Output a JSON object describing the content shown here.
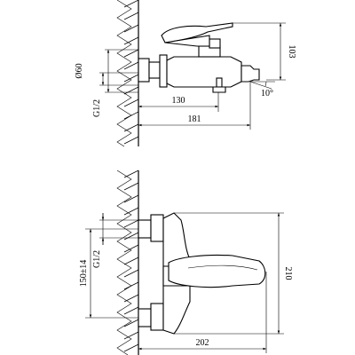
{
  "top_view": {
    "dims": {
      "height_103": "103",
      "diameter_60": "Ø60",
      "thread": "G1/2",
      "len_130": "130",
      "len_181": "181",
      "angle_10": "10°"
    }
  },
  "front_view": {
    "dims": {
      "thread": "G1/2",
      "spacing": "150±14",
      "height_210": "210",
      "width_202": "202"
    }
  }
}
